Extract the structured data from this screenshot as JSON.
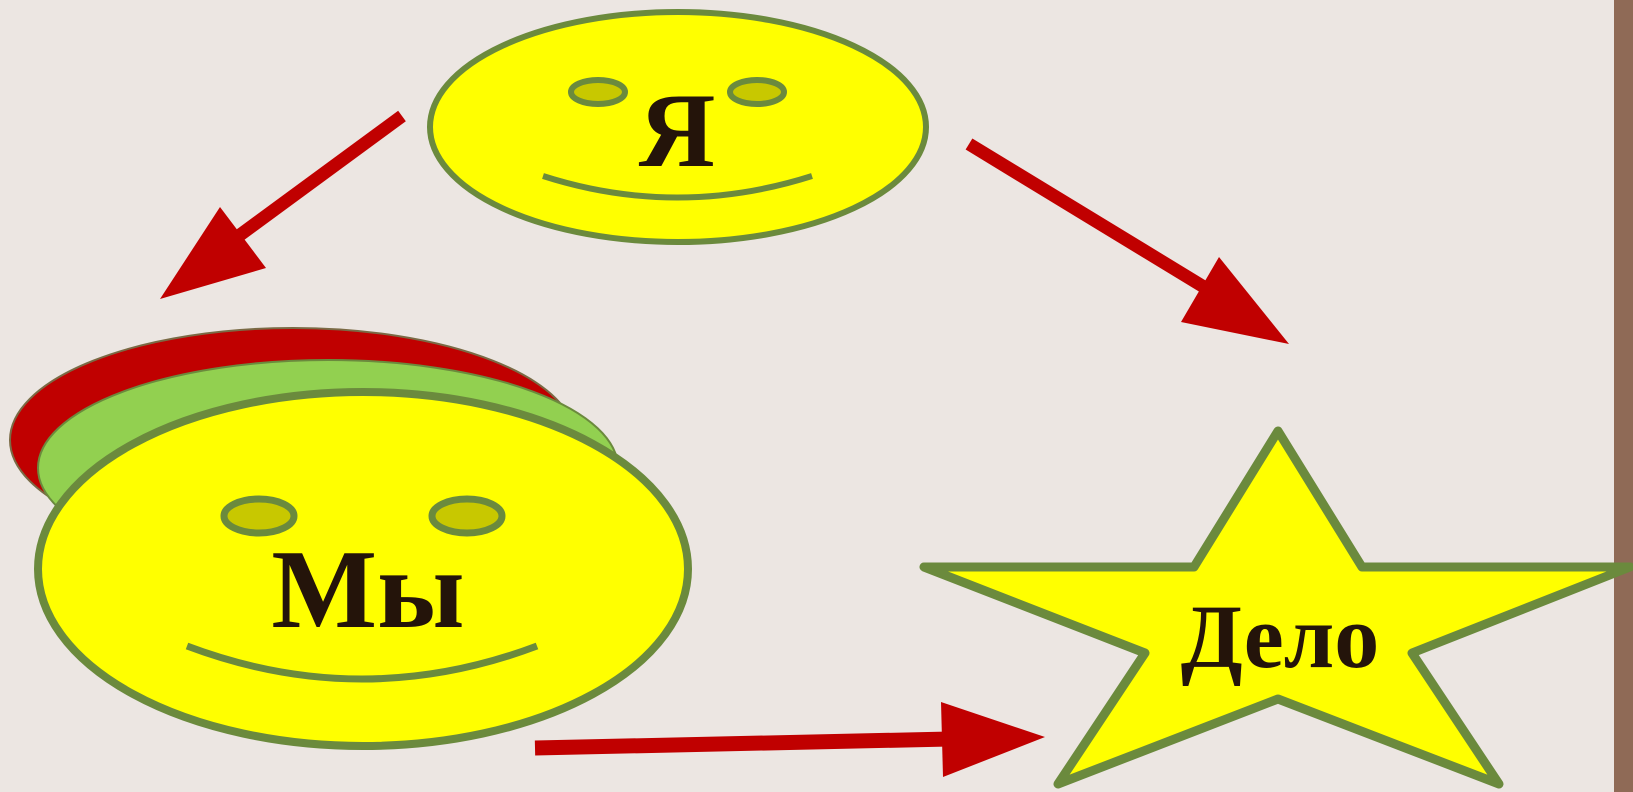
{
  "nodes": {
    "ya": {
      "label": "Я"
    },
    "my": {
      "label": "Мы"
    },
    "delo": {
      "label": "Дело"
    }
  },
  "colors": {
    "background": "#ece6e2",
    "side_bar": "#8f6a56",
    "face_fill": "#ffff00",
    "outline": "#6b8a3d",
    "eye_fill": "#c8c800",
    "arrow": "#c00000",
    "layer_red": "#c00000",
    "layer_green": "#92d050",
    "text": "#24140a"
  },
  "edges": [
    {
      "from": "ya",
      "to": "my"
    },
    {
      "from": "ya",
      "to": "delo"
    },
    {
      "from": "my",
      "to": "delo"
    }
  ]
}
